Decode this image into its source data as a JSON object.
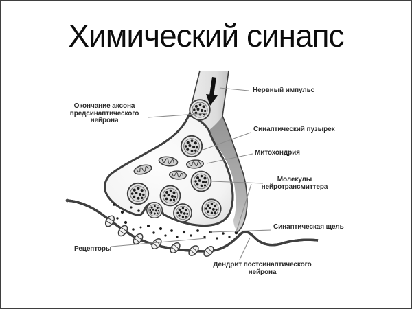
{
  "slide": {
    "title": "Химический синапс"
  },
  "labels": {
    "nerve_impulse": "Нервный импульс",
    "axon_terminal": "Окончание аксона\nпредсинаптического\nнейрона",
    "synaptic_vesicle": "Синаптический пузырек",
    "mitochondria": "Митохондрия",
    "neurotransmitter_molecules": "Молекулы\nнейротрансмиттера",
    "synaptic_cleft": "Синаптическая щель",
    "receptors": "Рецепторы",
    "dendrite": "Дендрит постсинаптического\nнейрона"
  },
  "icons": {
    "nerve_impulse_arrow": "thick-down-arrow"
  },
  "colors": {
    "background": "#ffffff",
    "slide_border": "#3f3f3f",
    "title_text": "#0c0c0c",
    "label_text": "#2c2c2c",
    "leader_line": "#8c8c8c",
    "membrane": "#3f3f3f",
    "axon_shade_dark": "#989898",
    "cell_fill_light": "#f8f8f8",
    "vesicle_fill": "#e4e4e4",
    "mitochondrion_fill": "#d2d2d2",
    "molecule_dot": "#1e1e1e",
    "arrow": "#111111"
  }
}
